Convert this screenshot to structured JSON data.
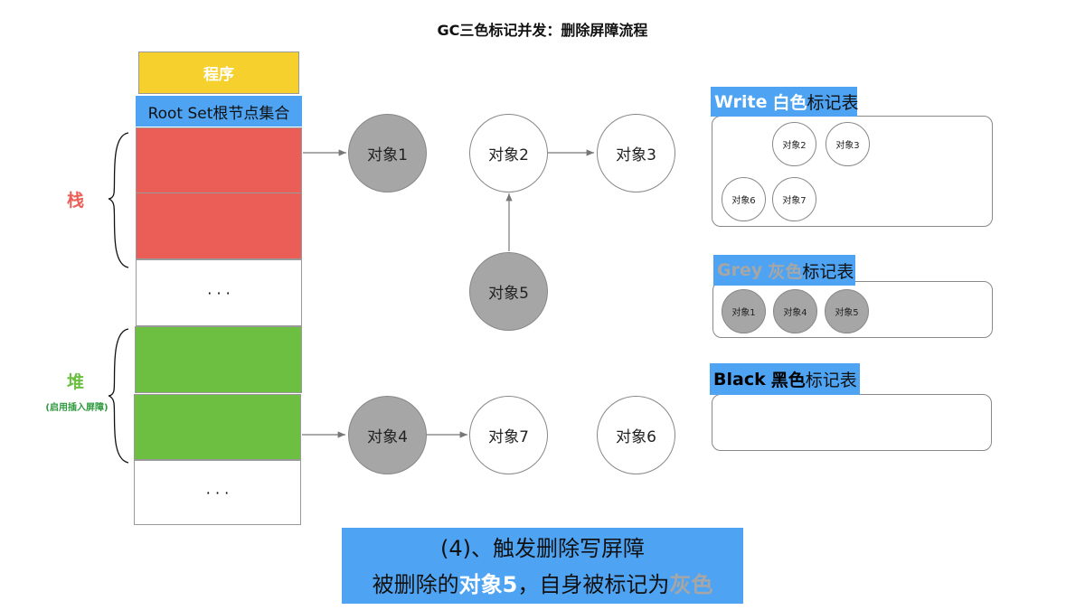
{
  "title": "GC三色标记并发：删除屏障流程",
  "stack_column": {
    "program": "程序",
    "root_set": "Root Set根节点集合",
    "ellipsis": "· · ·",
    "stack_label": "栈",
    "heap_label": "堆",
    "heap_note": "(启用插入屏障)"
  },
  "objects": {
    "o1": "对象1",
    "o2": "对象2",
    "o3": "对象3",
    "o4": "对象4",
    "o5": "对象5",
    "o6": "对象6",
    "o7": "对象7"
  },
  "tables": {
    "white": {
      "title_en": "Write",
      "title_color": "白色",
      "title_rest": "标记表",
      "items": [
        "对象2",
        "对象3",
        "对象6",
        "对象7"
      ]
    },
    "grey": {
      "title_en": "Grey",
      "title_color": "灰色",
      "title_rest": "标记表",
      "items": [
        "对象1",
        "对象4",
        "对象5"
      ]
    },
    "black": {
      "title_en": "Black",
      "title_color": "黑色",
      "title_rest": "标记表",
      "items": []
    }
  },
  "caption": {
    "line1": "(4)、触发删除写屏障",
    "line2_a": "被删除的",
    "line2_b": "对象5",
    "line2_c": "，自身被标记为",
    "line2_d": "灰色"
  },
  "colors": {
    "program": "#f6d02c",
    "root_set": "#4ea4f3",
    "stack": "#eb5e57",
    "heap": "#6dbf42",
    "grey_object": "#a5a6a5",
    "caption_bg": "#4ea4f3"
  }
}
